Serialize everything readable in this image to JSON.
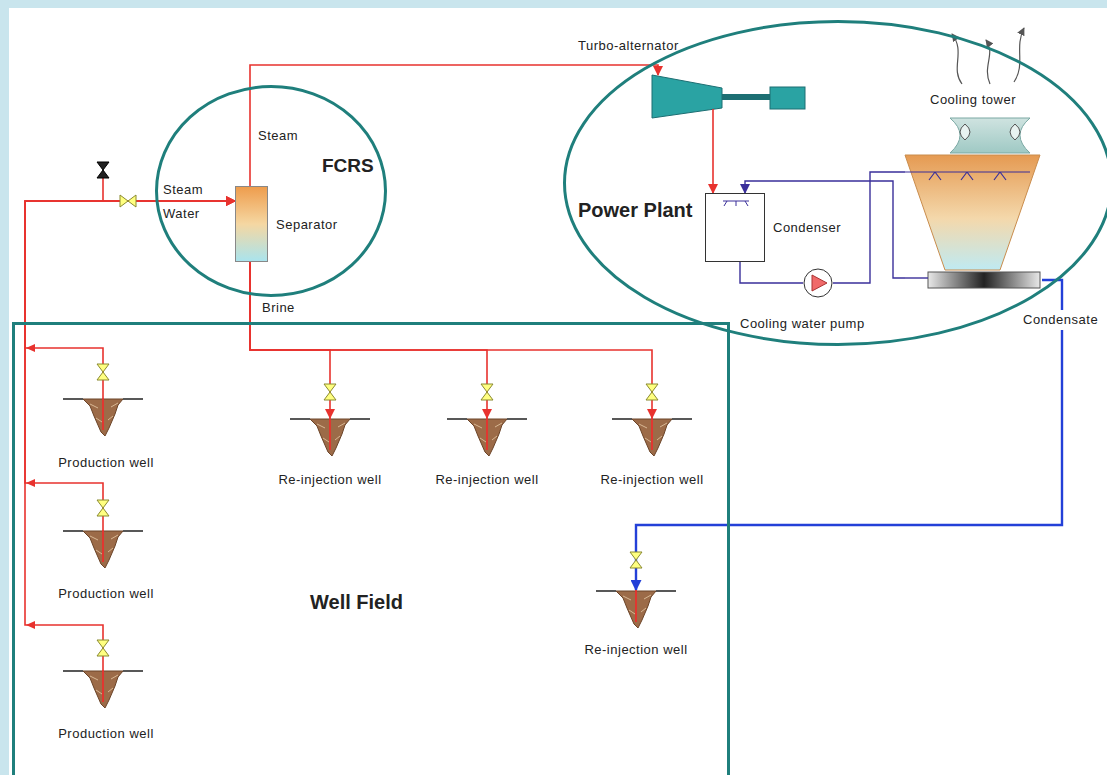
{
  "diagram": {
    "nodes": [
      {
        "text": [
          "FCRS"
        ]
      },
      {
        "text": [
          "Separator"
        ],
        "in": 0
      },
      {
        "text": [
          "Power Plant"
        ]
      },
      {
        "text": [
          "Turbo-alternator"
        ],
        "in": 2
      },
      {
        "text": [
          "Condenser"
        ],
        "in": 2
      },
      {
        "text": [
          "Cooling water pump"
        ],
        "in": 2
      },
      {
        "text": [
          "Cooling tower"
        ],
        "in": 2
      },
      {
        "text": [
          "Well Field"
        ]
      },
      {
        "text": [
          "Production well"
        ],
        "in": 7
      },
      {
        "text": [
          "Production well"
        ],
        "in": 7
      },
      {
        "text": [
          "Production well"
        ],
        "in": 7
      },
      {
        "text": [
          "Re-injection well"
        ],
        "in": 7
      },
      {
        "text": [
          "Re-injection well"
        ],
        "in": 7
      },
      {
        "text": [
          "Re-injection well"
        ],
        "in": 7
      },
      {
        "text": [
          "Re-injection well"
        ],
        "in": 7
      }
    ],
    "edges": [
      {
        "from": 8,
        "to": 1,
        "arrow": "to",
        "label": "Steam Water"
      },
      {
        "from": 9,
        "to": 1,
        "arrow": "to"
      },
      {
        "from": 10,
        "to": 1,
        "arrow": "to"
      },
      {
        "from": 1,
        "to": 3,
        "arrow": "to",
        "label": "Steam"
      },
      {
        "from": 3,
        "to": 4,
        "arrow": "to"
      },
      {
        "from": 4,
        "to": 5,
        "arrow": "none"
      },
      {
        "from": 5,
        "to": 6,
        "arrow": "none"
      },
      {
        "from": 6,
        "to": 4,
        "arrow": "to"
      },
      {
        "from": 1,
        "to": 11,
        "arrow": "to",
        "label": "Brine"
      },
      {
        "from": 1,
        "to": 12,
        "arrow": "to"
      },
      {
        "from": 1,
        "to": 13,
        "arrow": "to"
      },
      {
        "from": 6,
        "to": 14,
        "arrow": "to",
        "label": "Condensate"
      }
    ]
  }
}
